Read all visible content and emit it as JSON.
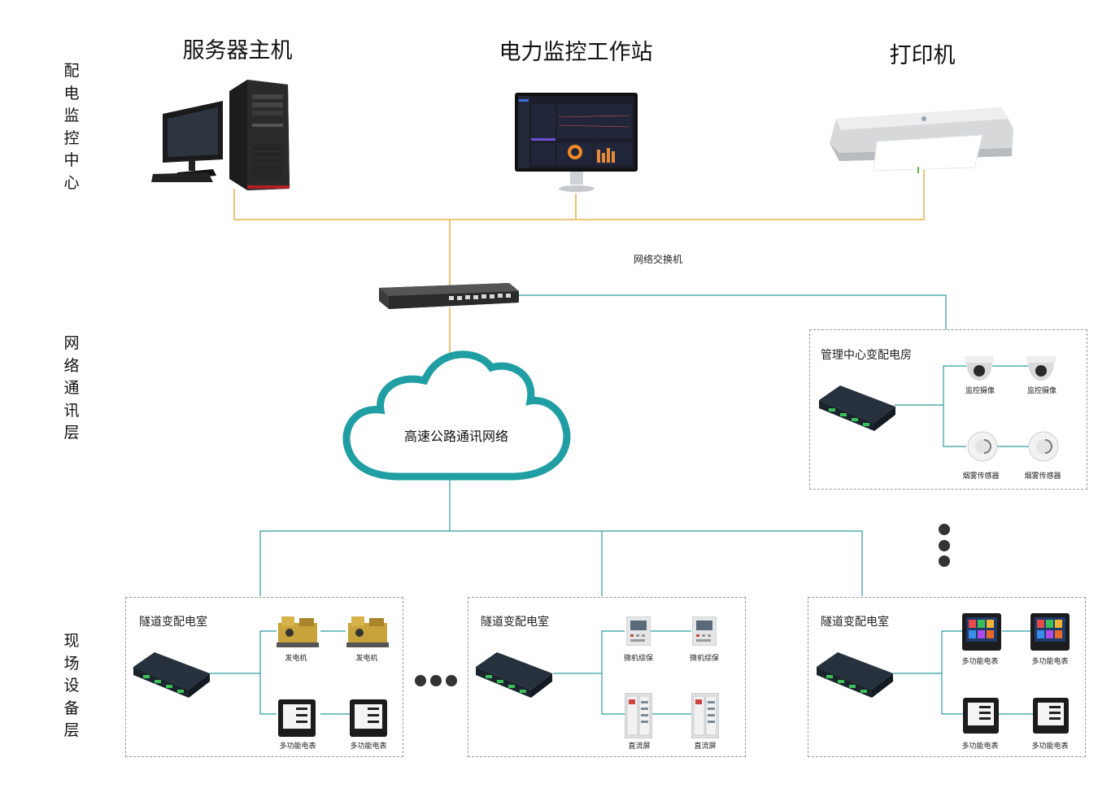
{
  "layers": {
    "center": "配电监控中心",
    "network": "网络通讯层",
    "field": "现场设备层"
  },
  "top": {
    "server": "服务器主机",
    "workstation": "电力监控工作站",
    "printer": "打印机"
  },
  "switch_label": "网络交换机",
  "cloud_label": "高速公路通讯网络",
  "mgmt_room": {
    "title": "管理中心变配电房",
    "camera1": "监控摄像",
    "camera2": "监控摄像",
    "smoke1": "烟雾传感器",
    "smoke2": "烟雾传感器"
  },
  "room1": {
    "title": "隧道变配电室",
    "gen1": "发电机",
    "gen2": "发电机",
    "meter1": "多功能电表",
    "meter2": "多功能电表"
  },
  "room2": {
    "title": "隧道变配电室",
    "prot1": "微机综保",
    "prot2": "微机综保",
    "dc1": "直流屏",
    "dc2": "直流屏"
  },
  "room3": {
    "title": "隧道变配电室",
    "meter1": "多功能电表",
    "meter2": "多功能电表",
    "meter3": "多功能电表",
    "meter4": "多功能电表"
  },
  "colors": {
    "orange_line": "#e8b04a",
    "teal_line": "#2e9ea0",
    "cloud": "#1f9ea3"
  }
}
